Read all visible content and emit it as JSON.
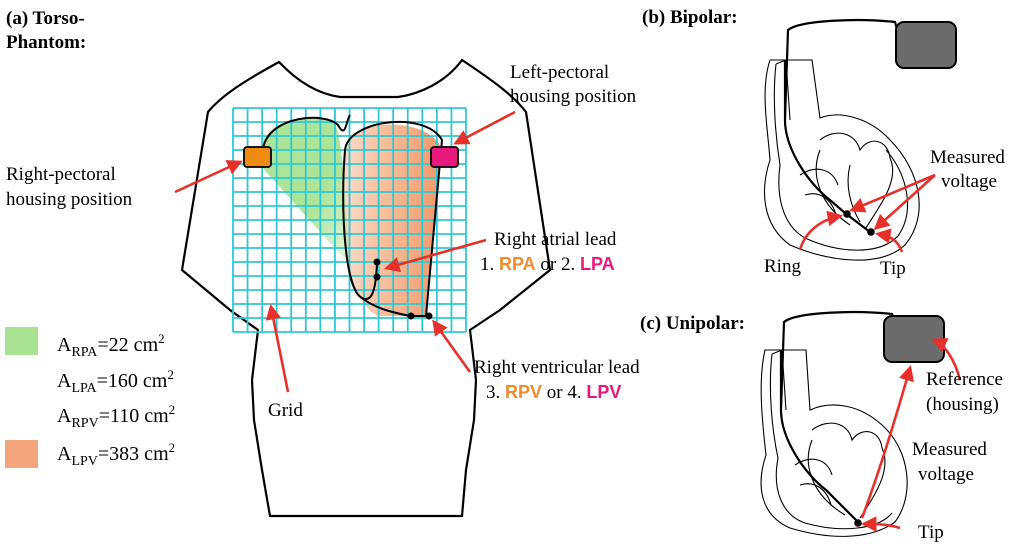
{
  "panel_a": {
    "title_line1": "(a) Torso-",
    "title_line2": "Phantom:",
    "left_pectoral_line1": "Left-pectoral",
    "left_pectoral_line2": "housing position",
    "right_pectoral_line1": "Right-pectoral",
    "right_pectoral_line2": "housing position",
    "atrial_line1": "Right atrial lead",
    "atrial_prefix1": "1. ",
    "atrial_rpa": "RPA",
    "atrial_mid": " or 2. ",
    "atrial_lpa": "LPA",
    "ventricular_line1": "Right ventricular lead",
    "ventricular_prefix3": "3. ",
    "ventricular_rpv": "RPV",
    "ventricular_mid": " or 4. ",
    "ventricular_lpv": "LPV",
    "grid_label": "Grid"
  },
  "legend": [
    {
      "base": "A",
      "sub": "RPA",
      "value": "=22 cm",
      "sup": "2",
      "swatch": "#a7e392"
    },
    {
      "base": "A",
      "sub": "LPA",
      "value": "=160 cm",
      "sup": "2",
      "swatch": ""
    },
    {
      "base": "A",
      "sub": "RPV",
      "value": "=110 cm",
      "sup": "2",
      "swatch": ""
    },
    {
      "base": "A",
      "sub": "LPV",
      "value": "=383 cm",
      "sup": "2",
      "swatch": "#f4a57c"
    }
  ],
  "panel_b": {
    "title": "(b) Bipolar:",
    "measured_line1": "Measured",
    "measured_line2": "voltage",
    "ring": "Ring",
    "tip": "Tip"
  },
  "panel_c": {
    "title": "(c) Unipolar:",
    "reference_line1": "Reference",
    "reference_line2": "(housing)",
    "measured_line1": "Measured",
    "measured_line2": "voltage",
    "tip": "Tip"
  },
  "colors": {
    "grid": "#2ec8d4",
    "rpa_area": "#a7e392",
    "lpv_area": "#f4a57c",
    "right_housing": "#f08b12",
    "left_housing": "#e8197d",
    "arrow": "#e8302a",
    "device": "#6b6b6b"
  }
}
